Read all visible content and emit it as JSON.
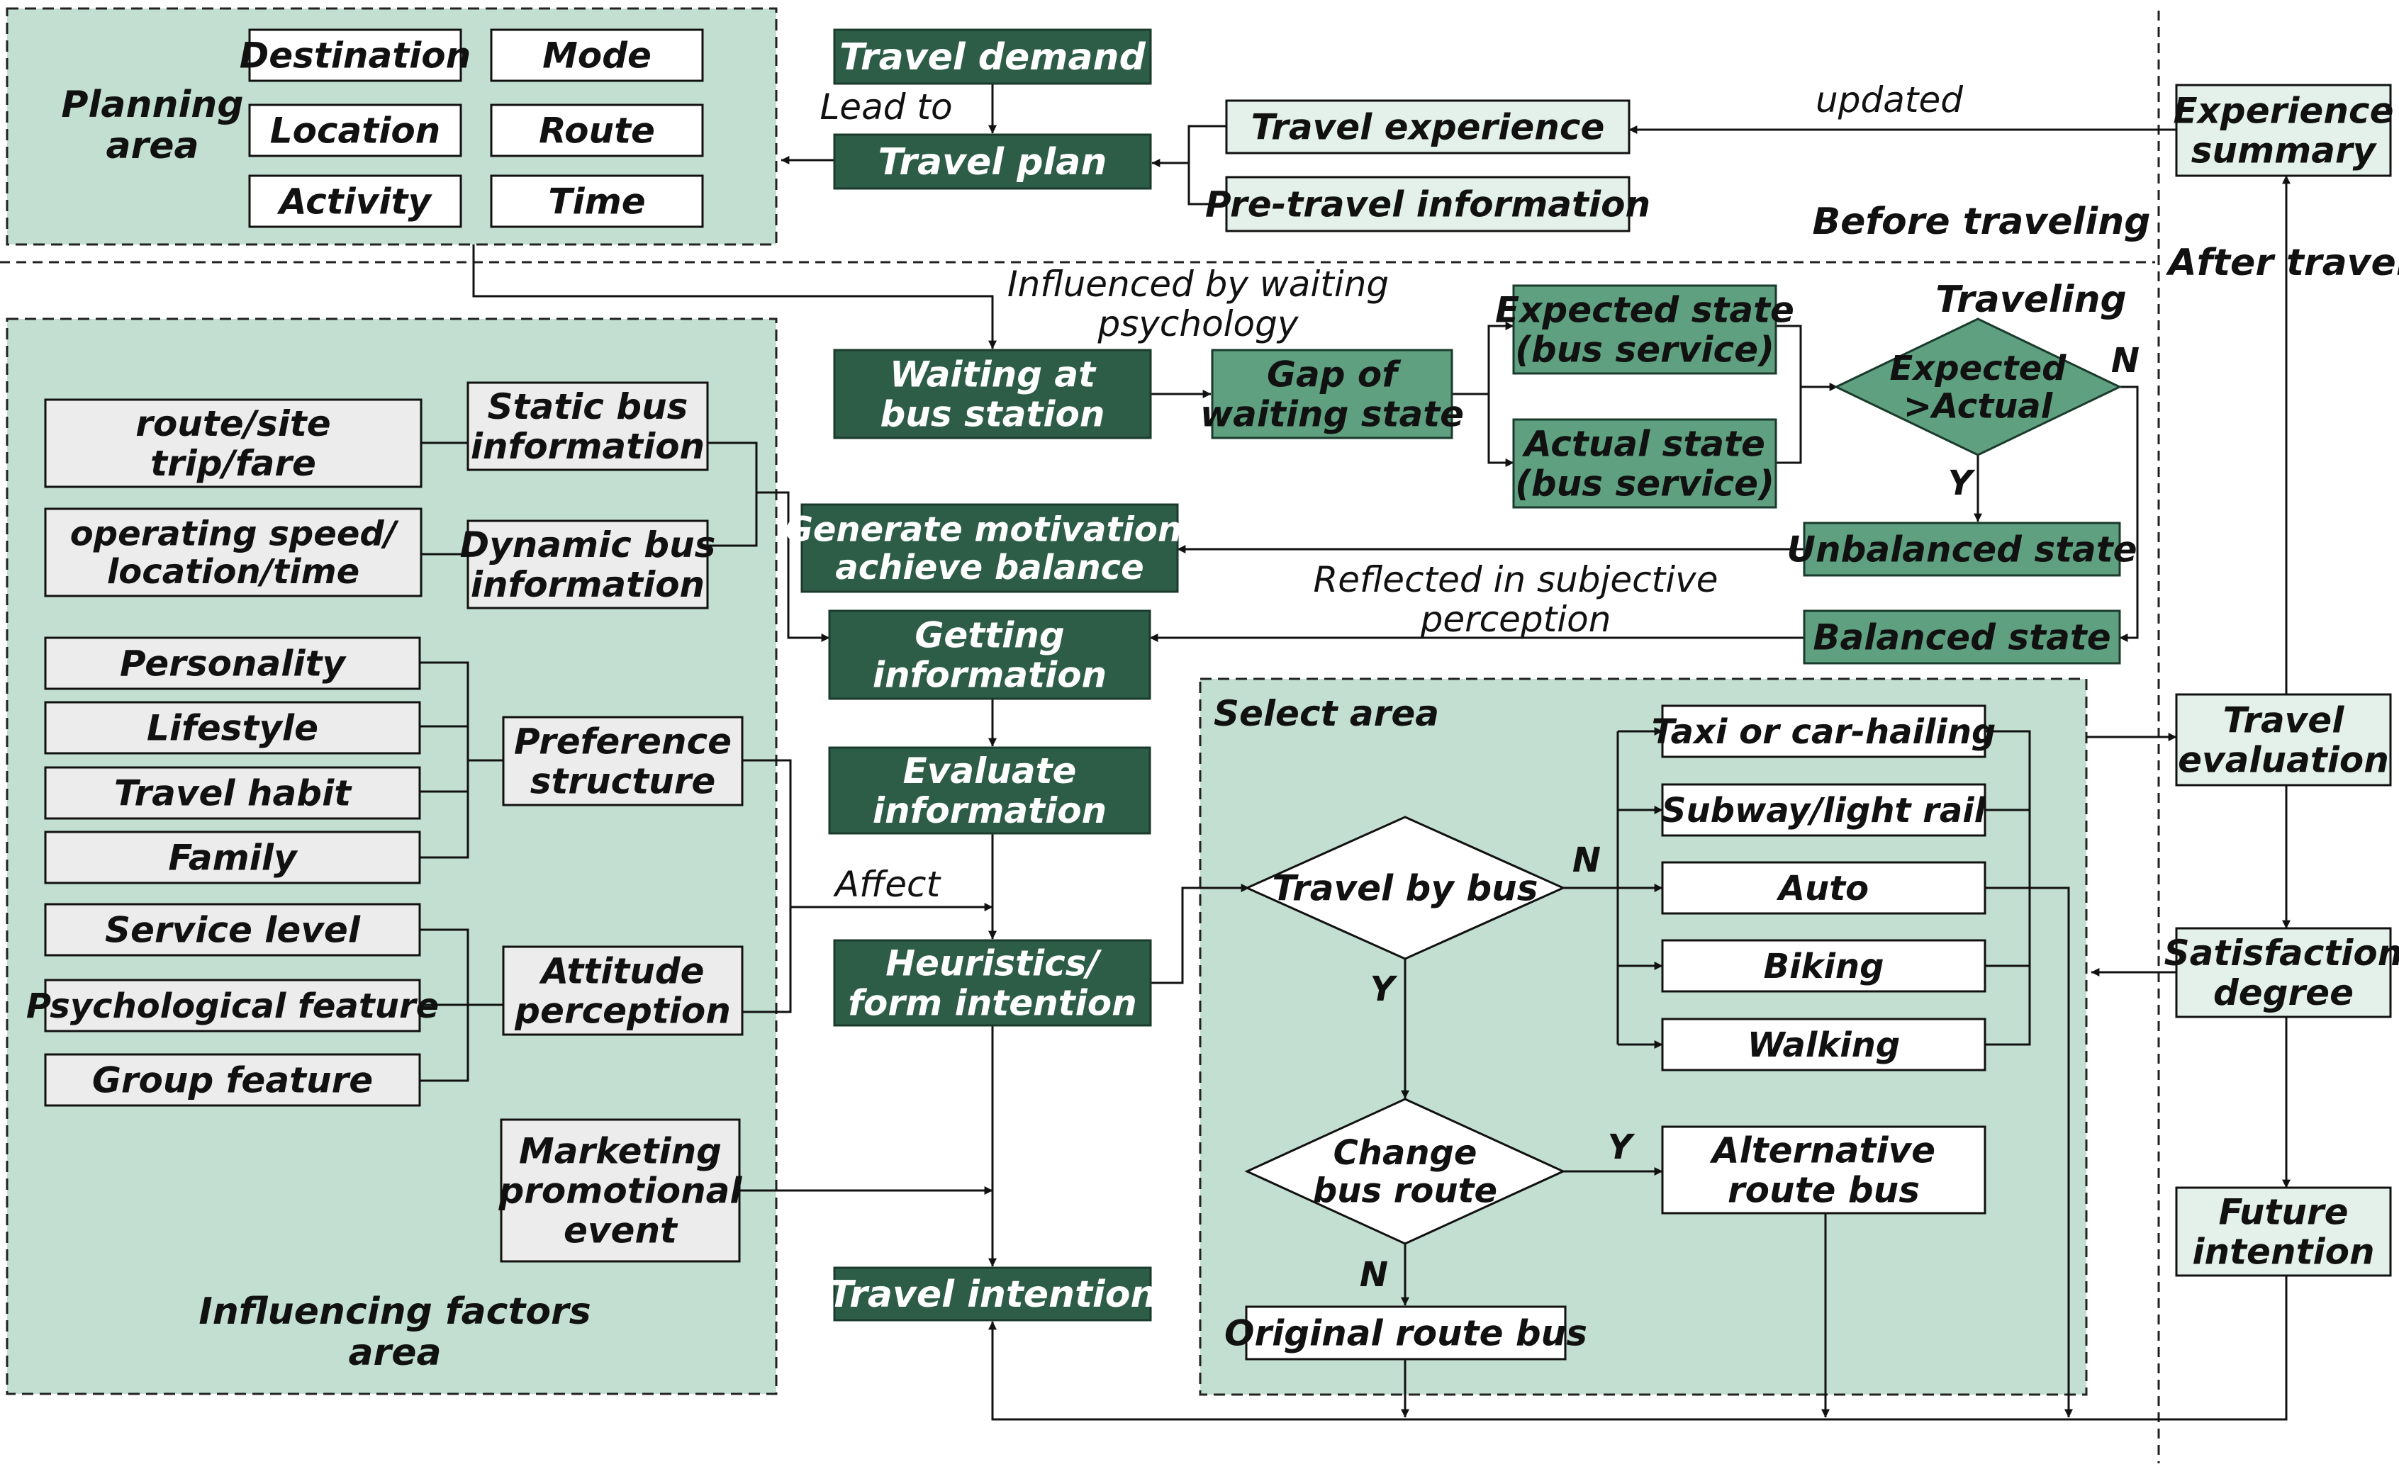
{
  "areas": {
    "planning": [
      "Planning",
      "area"
    ],
    "influencing": [
      "Influencing factors",
      "area"
    ],
    "select": "Select area"
  },
  "planning_items": [
    "Destination",
    "Mode",
    "Location",
    "Route",
    "Activity",
    "Time"
  ],
  "phases": {
    "before": "Before traveling",
    "traveling": "Traveling",
    "after": "After travel"
  },
  "flow": {
    "travel_demand": [
      "Travel demand"
    ],
    "travel_plan": [
      "Travel plan"
    ],
    "travel_experience": [
      "Travel experience"
    ],
    "pre_travel_info": [
      "Pre-travel information"
    ],
    "experience_summary": [
      "Experience",
      "summary"
    ],
    "waiting": [
      "Waiting at",
      "bus station"
    ],
    "gap": [
      "Gap of",
      "waiting state"
    ],
    "expected_state": [
      "Expected state",
      "(bus service)"
    ],
    "actual_state": [
      "Actual state",
      "(bus service)"
    ],
    "decision_expected": [
      "Expected",
      ">Actual"
    ],
    "unbalanced": [
      "Unbalanced state"
    ],
    "balanced": [
      "Balanced state"
    ],
    "generate": [
      "Generate motivation/",
      "achieve balance"
    ],
    "getting_info": [
      "Getting",
      "information"
    ],
    "evaluate_info": [
      "Evaluate",
      "information"
    ],
    "heuristics": [
      "Heuristics/",
      "form intention"
    ],
    "travel_intention": [
      "Travel intention"
    ],
    "travel_evaluation": [
      "Travel",
      "evaluation"
    ],
    "satisfaction": [
      "Satisfaction",
      "degree"
    ],
    "future_intention": [
      "Future",
      "intention"
    ]
  },
  "factors": {
    "route_site": [
      "route/site",
      "trip/fare"
    ],
    "operating_speed": [
      "operating speed/",
      "location/time"
    ],
    "static_info": [
      "Static bus",
      "information"
    ],
    "dynamic_info": [
      "Dynamic bus",
      "information"
    ],
    "personality": [
      "Personality"
    ],
    "lifestyle": [
      "Lifestyle"
    ],
    "travel_habit": [
      "Travel habit"
    ],
    "family": [
      "Family"
    ],
    "preference": [
      "Preference",
      "structure"
    ],
    "service_level": [
      "Service level"
    ],
    "psychological": [
      "Psychological feature"
    ],
    "group": [
      "Group feature"
    ],
    "attitude": [
      "Attitude",
      "perception"
    ],
    "marketing": [
      "Marketing",
      "promotional",
      "event"
    ]
  },
  "select": {
    "travel_by_bus": [
      "Travel by bus"
    ],
    "change_route": [
      "Change",
      "bus route"
    ],
    "alternative": [
      "Alternative",
      "route bus"
    ],
    "original": [
      "Original route bus"
    ],
    "modes": [
      "Taxi or car-hailing",
      "Subway/light rail",
      "Auto",
      "Biking",
      "Walking"
    ]
  },
  "edge_labels": {
    "lead_to": "Lead to",
    "updated": "updated",
    "influenced": [
      "Influenced by waiting",
      "psychology"
    ],
    "reflected": [
      "Reflected in subjective",
      "perception"
    ],
    "affect": "Affect",
    "yes": "Y",
    "no": "N"
  },
  "colors": {
    "dark_green": "#2e5d47",
    "mid_green": "#5fa080",
    "area_fill": "#c3dfd1",
    "light_green_box": "#e4f1ea",
    "gray_box": "#ececec",
    "line": "#111111"
  }
}
